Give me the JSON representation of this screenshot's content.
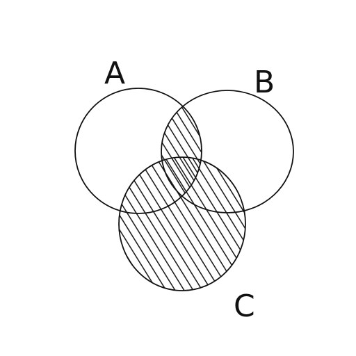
{
  "diagram": {
    "type": "venn",
    "sets": [
      {
        "id": "A",
        "label": "A"
      },
      {
        "id": "B",
        "label": "B"
      },
      {
        "id": "C",
        "label": "C"
      }
    ],
    "shaded_regions": [
      "A∩B",
      "C"
    ],
    "stroke_color": "#111111",
    "background": "#ffffff"
  }
}
